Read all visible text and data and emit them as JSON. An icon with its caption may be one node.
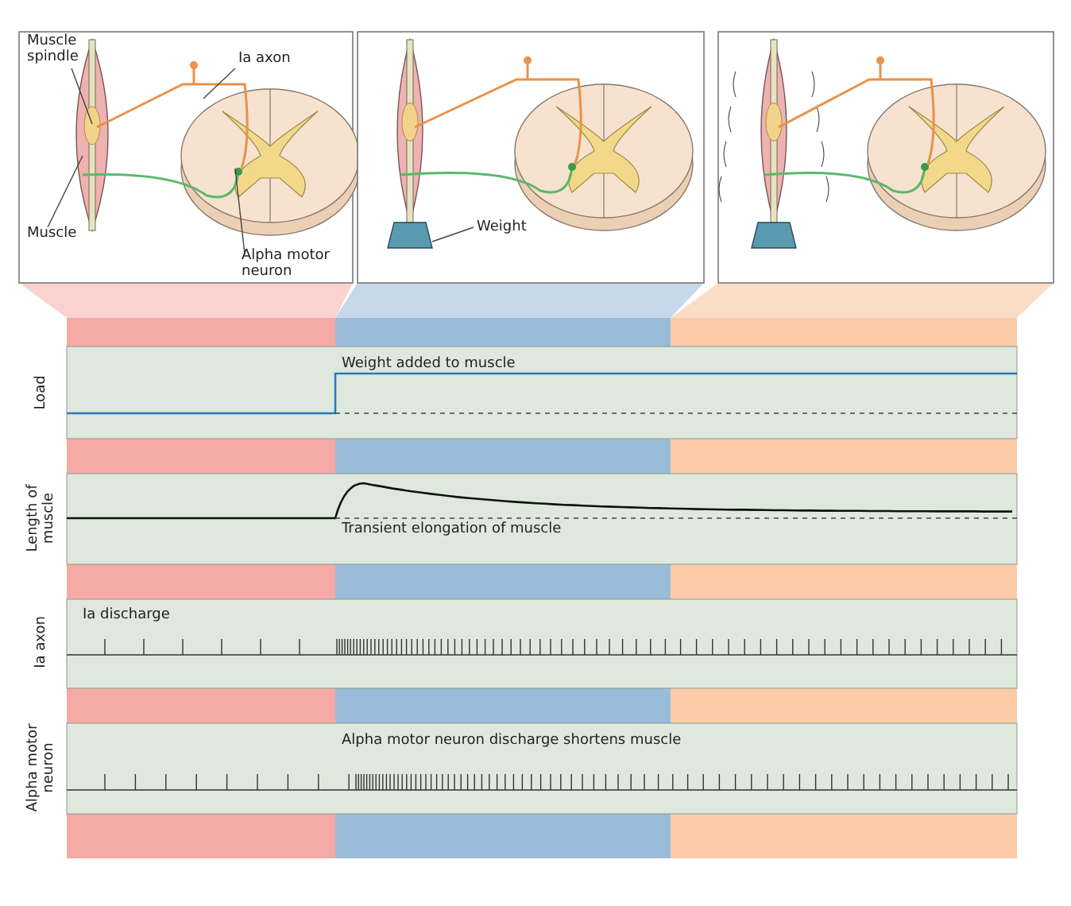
{
  "diagram": {
    "nodes": [
      {
        "text": [
          "Muscle spindle"
        ]
      },
      {
        "text": [
          "Ia axon"
        ]
      },
      {
        "text": [
          "Muscle"
        ]
      },
      {
        "text": [
          "Alpha motor neuron"
        ]
      },
      {
        "text": [
          "Weight"
        ]
      }
    ],
    "edges": [
      {
        "from": 0,
        "to": null,
        "arrow": "none"
      },
      {
        "from": 1,
        "to": null,
        "arrow": "none"
      },
      {
        "from": 2,
        "to": null,
        "arrow": "none"
      },
      {
        "from": 3,
        "to": null,
        "arrow": "none"
      },
      {
        "from": 4,
        "to": null,
        "arrow": "none"
      }
    ],
    "labels": [
      "Load",
      "Weight added to muscle",
      "Length of muscle",
      "Transient elongation of muscle",
      "Ia axon",
      "Ia discharge",
      "Alpha motor neuron",
      "Alpha motor neuron discharge shortens muscle"
    ]
  }
}
